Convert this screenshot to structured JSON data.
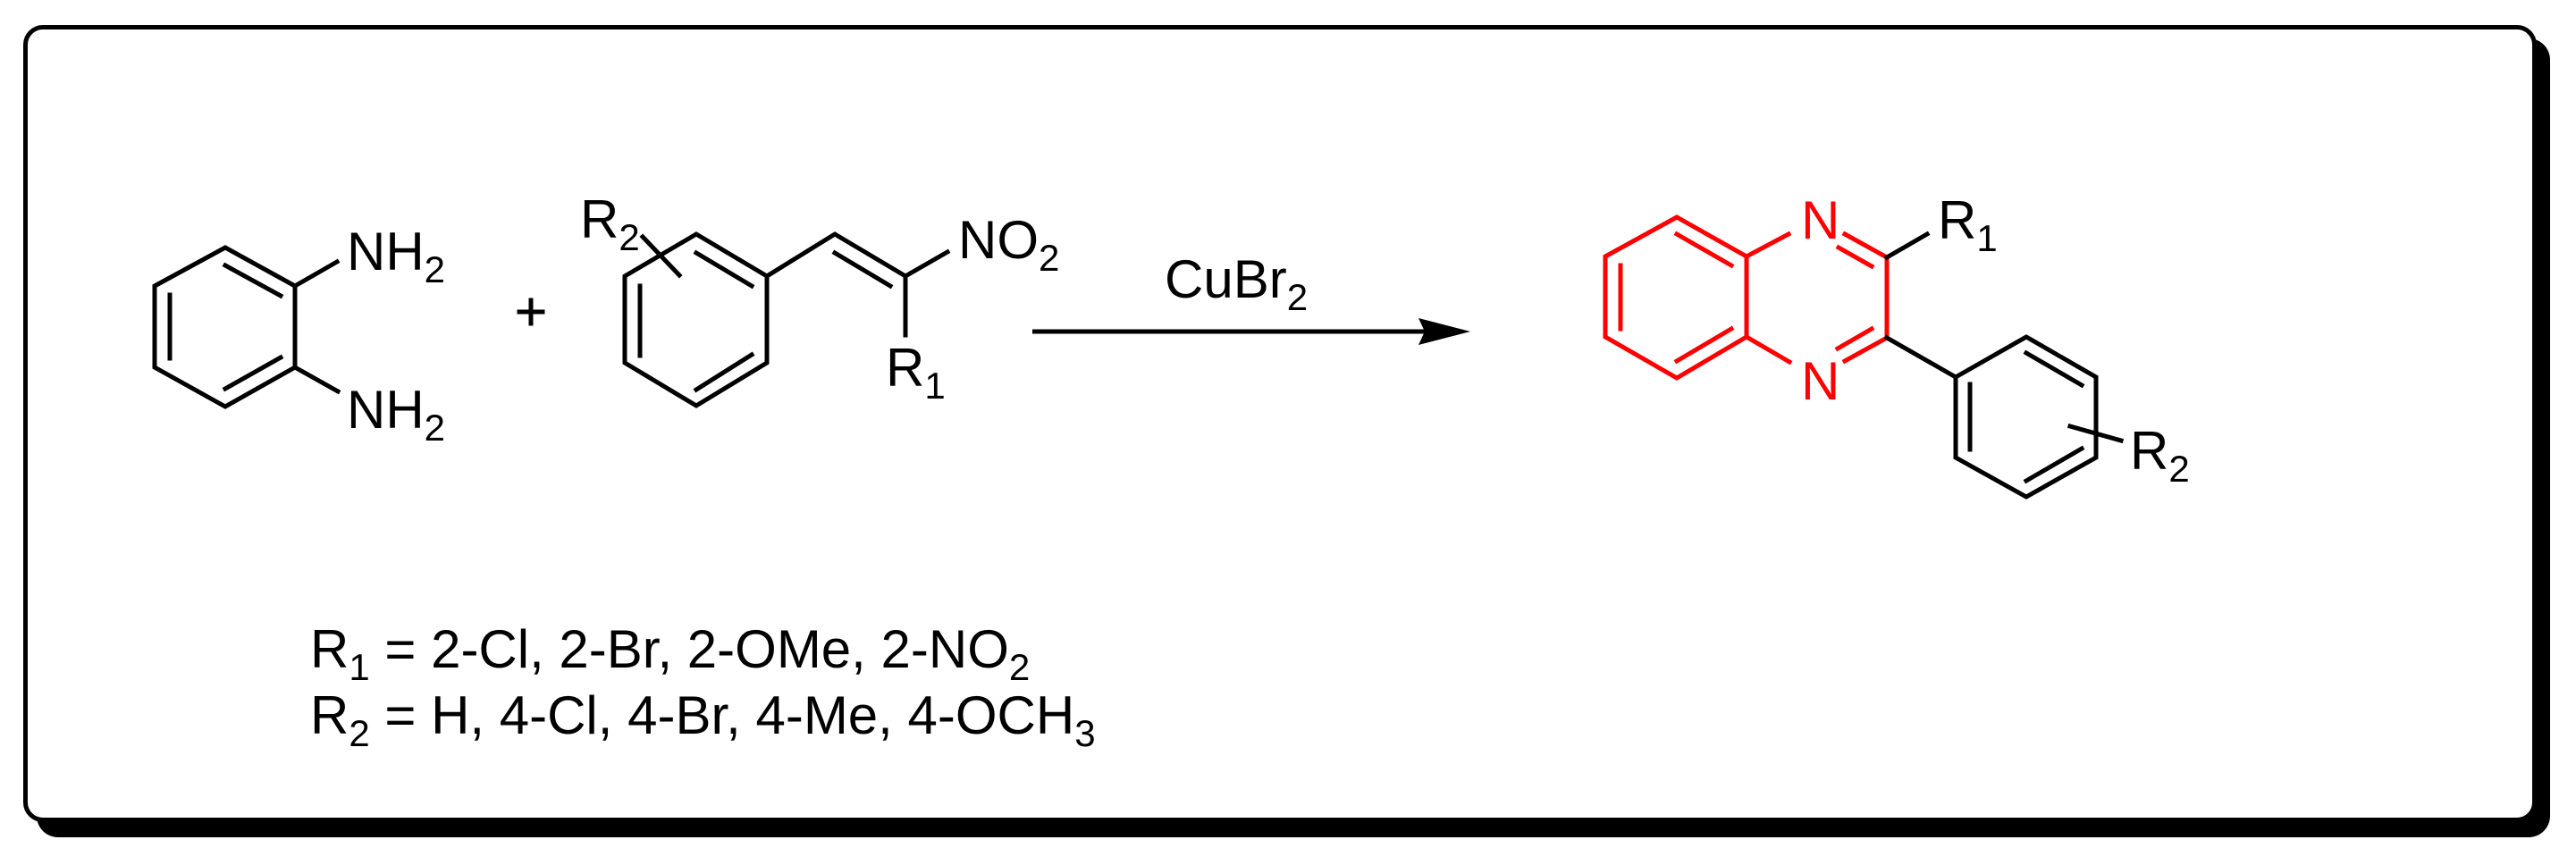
{
  "scheme": {
    "title": "Synthesis of 2-aryl quinoxalines from o-phenylenediamine and nitrostyrenes",
    "colors": {
      "ink": "#000000",
      "highlight": "#ff0000",
      "background": "#ffffff"
    },
    "reactant1": {
      "name": "o-phenylenediamine",
      "groups": [
        {
          "label": "NH",
          "subscript": "2"
        },
        {
          "label": "NH",
          "subscript": "2"
        }
      ]
    },
    "plus_sign": "+",
    "reactant2": {
      "name": "substituted nitrostyrene",
      "substituent_ring": {
        "label": "R",
        "subscript": "2"
      },
      "nitro_group": {
        "label": "NO",
        "subscript": "2"
      },
      "vinyl_substituent": {
        "label": "R",
        "subscript": "1"
      }
    },
    "arrow": {
      "reagent": {
        "label": "CuBr",
        "subscript": "2"
      }
    },
    "product": {
      "name": "quinoxaline",
      "core_color": "#ff0000",
      "ring_atoms": [
        "N",
        "N"
      ],
      "substituent_1": {
        "label": "R",
        "subscript": "1"
      },
      "substituent_2": {
        "label": "R",
        "subscript": "2"
      }
    },
    "conditions": {
      "r1": {
        "symbol": "R",
        "subscript": "1",
        "text": " = 2-Cl, 2-Br, 2-OMe, 2-NO",
        "trailing_subscript": "2",
        "values": [
          "2-Cl",
          "2-Br",
          "2-OMe",
          "2-NO2"
        ]
      },
      "r2": {
        "symbol": "R",
        "subscript": "2",
        "text": " = H, 4-Cl, 4-Br, 4-Me, 4-OCH",
        "trailing_subscript": "3",
        "values": [
          "H",
          "4-Cl",
          "4-Br",
          "4-Me",
          "4-OCH3"
        ]
      }
    }
  }
}
